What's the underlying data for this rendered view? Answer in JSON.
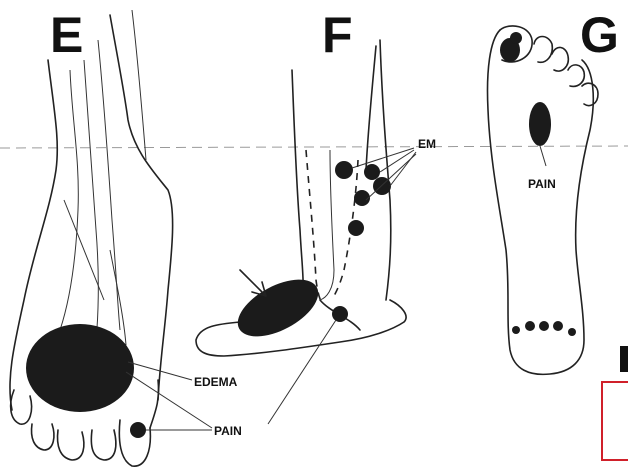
{
  "panels": [
    {
      "letter": "E",
      "callouts": [
        "EDEMA",
        "PAIN"
      ]
    },
    {
      "letter": "F",
      "callouts": [
        "EM"
      ]
    },
    {
      "letter": "G",
      "callouts": [
        "PAIN"
      ]
    }
  ],
  "colors": {
    "ink": "#1b1b1b",
    "paper": "#ffffff",
    "frame_accent": "#d0202a"
  }
}
